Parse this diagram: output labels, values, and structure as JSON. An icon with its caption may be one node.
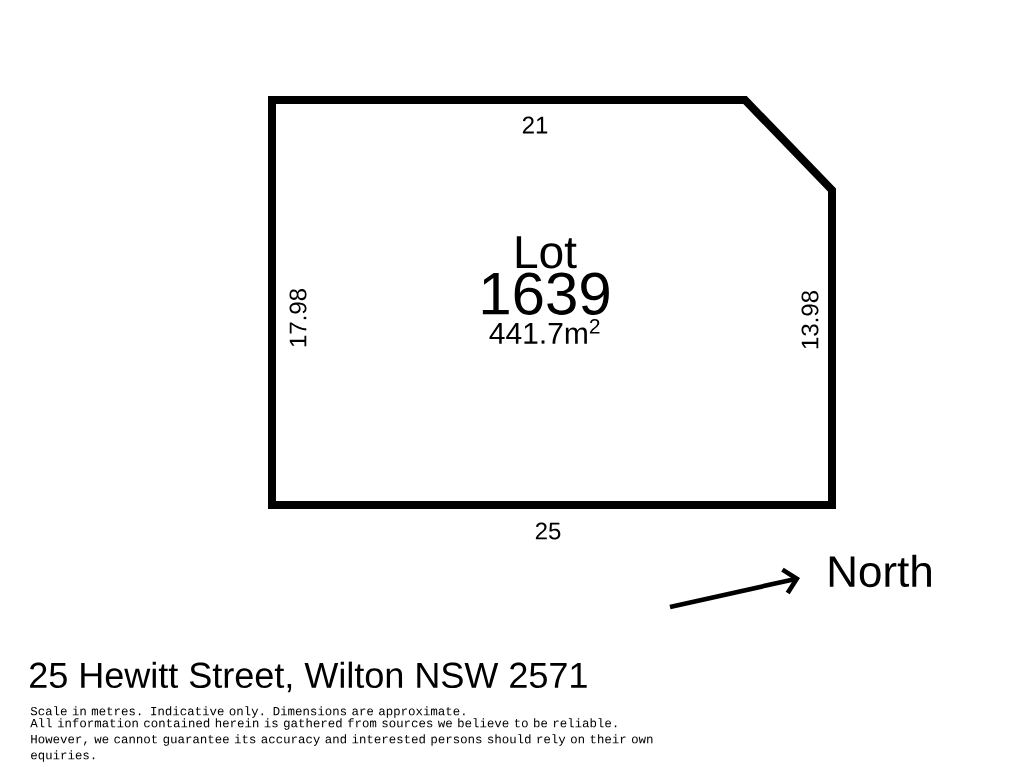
{
  "diagram": {
    "title": "25 Hewitt Street, Wilton NSW 2571",
    "nodes": [
      {
        "text": [
          "Lot",
          "1639",
          "441.7m$^{2}$"
        ]
      }
    ],
    "edges": [],
    "labels": [
      "21",
      "17.98",
      "13.98",
      "25",
      "North",
      "Scale in metres. Indicative only. Dimensions are approximate.",
      "All information contained herein is gathered from sources we believe to be reliable. However, we cannot guarantee its accuracy and interested persons should rely on their own equiries."
    ]
  }
}
